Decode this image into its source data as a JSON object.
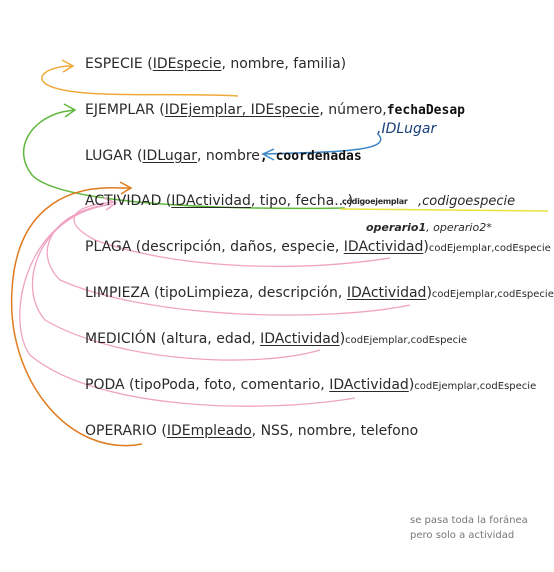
{
  "colors": {
    "orange": "#f0a93a",
    "orange_dark": "#e07b20",
    "green": "#5fb83c",
    "blue": "#3a86c8",
    "pink": "#f0a3c3",
    "yellow_underline": "#e7e33b"
  },
  "especie": {
    "name": "ESPECIE (",
    "pk": "IDEspecie",
    "rest": ", nombre, familia)"
  },
  "ejemplar": {
    "name": "EJEMPLAR (",
    "keys": "IDEjemplar, IDEspecie",
    "rest": ", número,",
    "added1": "fechaDesap",
    "added2": ",IDLugar"
  },
  "lugar": {
    "name": "LUGAR (",
    "pk": "IDLugar",
    "rest": ", nombre",
    "added": ",  coordenadas"
  },
  "actividad": {
    "name": "ACTIVIDAD (",
    "pk": "IDActividad",
    "rest": ", tipo, fecha...)",
    "added1": "códigoejemplar",
    "added2": ",codigoespecie",
    "added3": "operario1",
    "added4": ", operario2*"
  },
  "plaga": {
    "name": "PLAGA (descripción, daños, especie, ",
    "fk": "IDActividad",
    "close": ")",
    "added": "codEjemplar,codEspecie"
  },
  "limpieza": {
    "name": "LIMPIEZA (tipoLimpieza, descripción, ",
    "fk": "IDActividad",
    "close": ")",
    "added": "codEjemplar,codEspecie"
  },
  "medicion": {
    "name": "MEDICIÓN  (altura, edad, ",
    "fk": "IDActividad",
    "close": ")",
    "added": "codEjemplar,codEspecie"
  },
  "poda": {
    "name": "PODA (tipoPoda, foto, comentario, ",
    "fk": "IDActividad",
    "close": ")",
    "added": "codEjemplar,codEspecie"
  },
  "operario": {
    "name": "OPERARIO (",
    "pk": "IDEmpleado",
    "rest": ", NSS, nombre, telefono"
  },
  "note": {
    "line1": "se pasa toda la foránea",
    "line2": "pero solo a actividad"
  }
}
